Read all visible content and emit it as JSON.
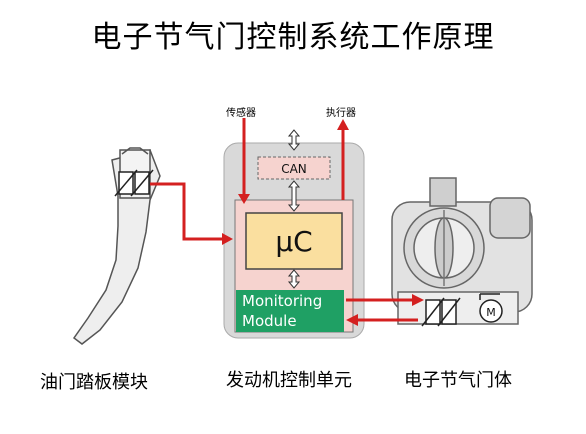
{
  "title": "电子节气门控制系统工作原理",
  "labels": {
    "sensor": "传感器",
    "actuator": "执行器",
    "pedal_module": "油门踏板模块",
    "ecu": "发动机控制单元",
    "throttle_body": "电子节气门体"
  },
  "ecu_blocks": {
    "can": "CAN",
    "microcontroller": "μC",
    "monitoring_line1": "Monitoring",
    "monitoring_line2": "Module"
  },
  "motor_symbol": "M",
  "colors": {
    "arrow_red": "#d42020",
    "ecu_inner": "#f6d3cf",
    "uc_fill": "#fadf9f",
    "monitoring_fill": "#1fa064",
    "ecu_outer": "#d9d9d9"
  }
}
